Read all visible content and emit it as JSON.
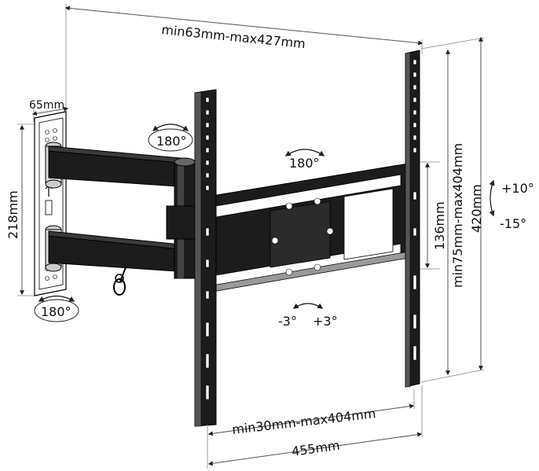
{
  "diagram": {
    "dimensions": {
      "top_extension": "min63mm-max427mm",
      "wall_plate_depth": "65mm",
      "wall_plate_height": "218mm",
      "vertical_mount_range": "min75mm-max404mm",
      "vertical_bracket_length": "420mm",
      "bracket_spacing": "136mm",
      "horizontal_mount_range": "min30mm-max404mm",
      "overall_width": "455mm"
    },
    "rotations": {
      "arm_joint": "180°",
      "center_swivel": "180°",
      "wall_swivel": "180°",
      "level_minus": "-3°",
      "level_plus": "+3°",
      "tilt_up": "+10°",
      "tilt_down": "-15°"
    }
  }
}
